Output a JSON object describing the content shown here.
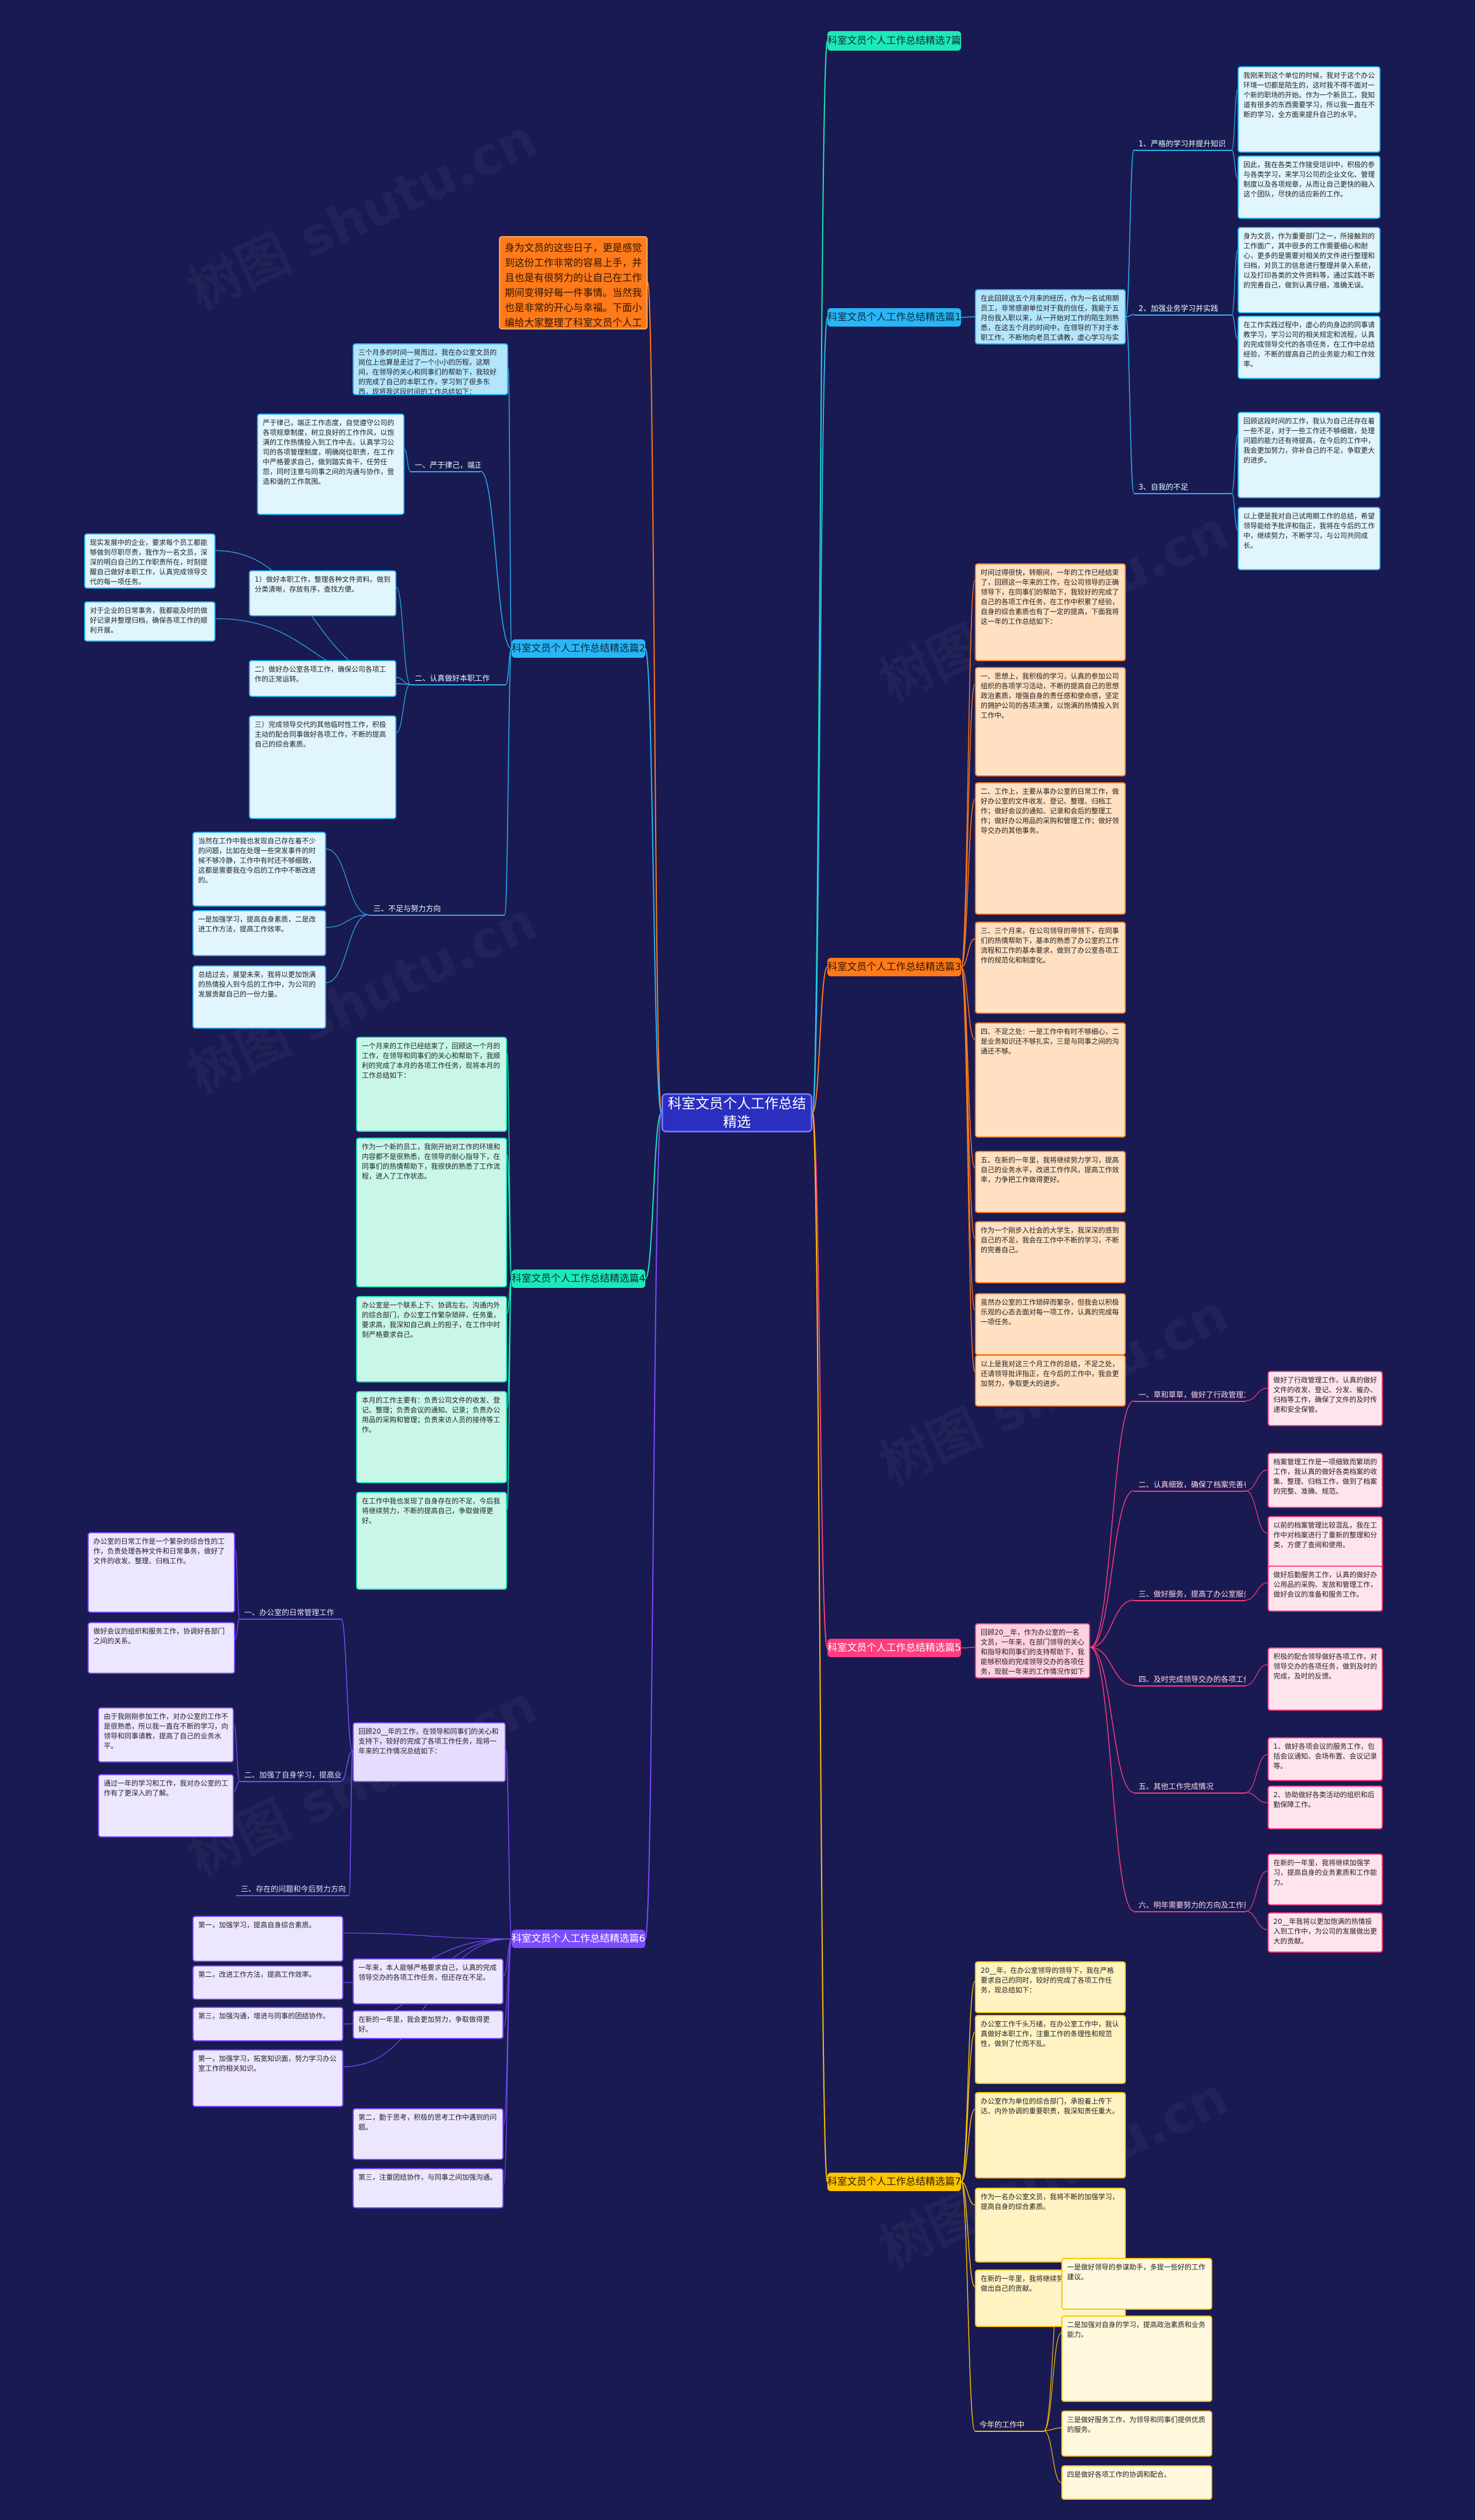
{
  "root": {
    "label": "科室文员个人工作总结精选"
  },
  "intro": {
    "text": "身为文员的这些日子，更是感觉到这份工作非常的容易上手，并且也是有很努力的让自己在工作期间变得好每一件事情。当然我也是非常的开心与幸福。下面小编给大家整理了科室文员个人工作总结精选，希望大家喜欢！"
  },
  "colors": {
    "background": "#1a1a52",
    "branch1": "#1de9b6",
    "branch2": "#29b6f6",
    "branch3": "#ff7a1a",
    "branch4": "#1de9b6",
    "branch5": "#ff3d7f",
    "branch6": "#7c4dff",
    "branch7": "#ffc400"
  },
  "branches": [
    {
      "id": "b7",
      "label": "科室文员个人工作总结精选7篇",
      "color": "#1de9b6",
      "fill": "#1de9b6",
      "text_color": "#0b2a3a",
      "subs": [],
      "leaves": []
    },
    {
      "id": "b1",
      "label": "科室文员个人工作总结精选篇1",
      "color": "#29b6f6",
      "fill": "#29b6f6",
      "text_color": "#0b2a3a",
      "intro": "在此回顾这五个月来的经历，作为一名试用期员工，非常感谢单位对于我的信任，我能于五月份我入职以来，从一开始对工作的陌生到熟悉，在这五个月的时间中，在领导的下对于本职工作，不断地向老员工请教，虚心学习与实践，现将这四个月来的工作做如下总结：",
      "subs": [
        {
          "label": "1、严格的学习并提升知识",
          "leaves": [
            "我刚来到这个单位的时候，我对于这个办公环境一切都是陌生的，这时我不得不面对一个新的职场的开始。作为一个新员工，我知道有很多的东西需要学习，所以我一直在不断的学习，全方面来提升自己的水平。",
            "因此，我在各类工作接受培训中，积极的参与各类学习，来学习公司的企业文化、管理制度以及各项规章，从而让自己更快的融入这个团队，尽快的适应新的工作。"
          ]
        },
        {
          "label": "2、加强业务学习并实践",
          "leaves": [
            "身为文员，作为重要部门之一，所接触到的工作面广，其中很多的工作需要细心和耐心，更多的是需要对相关的文件进行整理和归档，对员工的信息进行整理并录入系统，以及打印各类的文件资料等，通过实践不断的完善自己，做到认真仔细，准确无误。",
            "在工作实践过程中，虚心的向身边的同事请教学习，学习公司的相关规定和流程，认真的完成领导交代的各项任务，在工作中总结经验，不断的提高自己的业务能力和工作效率。"
          ]
        },
        {
          "label": "3、自我的不足",
          "leaves": [
            "回顾这段时间的工作，我认为自己还存在着一些不足，对于一些工作还不够细致，处理问题的能力还有待提高，在今后的工作中，我会更加努力，弥补自己的不足，争取更大的进步。",
            "以上便是我对自己试用期工作的总结，希望领导能给予批评和指正，我将在今后的工作中，继续努力，不断学习，与公司共同成长。"
          ]
        }
      ]
    },
    {
      "id": "b2",
      "label": "科室文员个人工作总结精选篇2",
      "color": "#29b6f6",
      "fill": "#29b6f6",
      "text_color": "#0b2a3a",
      "intro": "三个月多的时间一晃而过，我在办公室文员的岗位上也算是走过了一个小小的历程，这期间，在领导的关心和同事们的帮助下，我较好的完成了自己的本职工作，学习到了很多东西，现将我这段时间的工作总结如下：",
      "subs": [
        {
          "label": "一、严于律己，端正态度",
          "leaves": [
            "严于律己，端正工作态度，自觉遵守公司的各项规章制度，树立良好的工作作风，以饱满的工作热情投入到工作中去。认真学习公司的各项管理制度，明确岗位职责，在工作中严格要求自己，做到踏实肯干，任劳任怨，同时注意与同事之间的沟通与协作，营造和谐的工作氛围。"
          ]
        },
        {
          "label": "二、认真做好本职工作",
          "leaves": [
            "现实发展中的企业，要求每个员工都能够做到尽职尽责，我作为一名文员，深深的明白自己的工作职责所在，时刻提醒自己做好本职工作，认真完成领导交代的每一项任务。",
            "对于企业的日常事务，我都能及时的做好记录并整理归档，确保各项工作的顺利开展。",
            "1）做好本职工作，整理各种文件资料。做到分类清晰，存放有序，查找方便。",
            "二）做好办公室各项工作，确保公司各项工作的正常运转。",
            "三）完成领导交代的其他临时性工作，积极主动的配合同事做好各项工作，不断的提高自己的综合素质。"
          ]
        },
        {
          "label": "三、不足与努力方向",
          "leaves": [
            "当然在工作中我也发现自己存在着不少的问题，比如在处理一些突发事件的时候不够冷静，工作中有时还不够细致，这都是需要我在今后的工作中不断改进的。",
            "一是加强学习，提高自身素质，二是改进工作方法，提高工作效率。",
            "总结过去，展望未来，我将以更加饱满的热情投入到今后的工作中，为公司的发展贡献自己的一份力量。"
          ]
        }
      ]
    },
    {
      "id": "b3",
      "label": "科室文员个人工作总结精选篇3",
      "color": "#ff7a1a",
      "fill": "#ff7a1a",
      "text_color": "#2b1600",
      "subs": [],
      "leaves": [
        "时间过得很快，转眼间，一年的工作已经结束了，回顾这一年来的工作，在公司领导的正确领导下，在同事们的帮助下，我较好的完成了自己的各项工作任务，在工作中积累了经验，自身的综合素质也有了一定的提高，下面我将这一年的工作总结如下：",
        "一、思想上，我积极的学习，认真的参加公司组织的各项学习活动，不断的提高自己的思想政治素质，增强自身的责任感和使命感，坚定的拥护公司的各项决策，以饱满的热情投入到工作中。",
        "二、工作上，主要从事办公室的日常工作，做好办公室的文件收发、登记、整理、归档工作；做好会议的通知、记录和会后的整理工作；做好办公用品的采购和管理工作；做好领导交办的其他事务。",
        "三、三个月来，在公司领导的带领下，在同事们的热情帮助下，基本的熟悉了办公室的工作流程和工作的基本要求，做到了办公室各项工作的规范化和制度化。",
        "四、不足之处：一是工作中有时不够细心，二是业务知识还不够扎实，三是与同事之间的沟通还不够。",
        "五、在新的一年里，我将继续努力学习，提高自己的业务水平，改进工作作风，提高工作效率，力争把工作做得更好。",
        "作为一个刚步入社会的大学生，我深深的感到自己的不足，我会在工作中不断的学习，不断的完善自己。",
        "虽然办公室的工作琐碎而繁杂，但我会以积极乐观的心态去面对每一项工作，认真的完成每一项任务。",
        "以上是我对这三个月工作的总结，不足之处，还请领导批评指正，在今后的工作中，我会更加努力，争取更大的进步。"
      ]
    },
    {
      "id": "b4",
      "label": "科室文员个人工作总结精选篇4",
      "color": "#1de9b6",
      "fill": "#1de9b6",
      "text_color": "#0b2a3a",
      "subs": [],
      "leaves": [
        "一个月来的工作已经结束了，回顾这一个月的工作，在领导和同事们的关心和帮助下，我顺利的完成了本月的各项工作任务，现将本月的工作总结如下：",
        "作为一个新的员工，我刚开始对工作的环境和内容都不是很熟悉，在领导的耐心指导下，在同事们的热情帮助下，我很快的熟悉了工作流程，进入了工作状态。",
        "办公室是一个联系上下、协调左右、沟通内外的综合部门，办公室工作繁杂琐碎，任务重，要求高，我深知自己肩上的担子，在工作中时刻严格要求自己。",
        "本月的工作主要有：负责公司文件的收发、登记、整理；负责会议的通知、记录；负责办公用品的采购和管理；负责来访人员的接待等工作。",
        "在工作中我也发现了自身存在的不足，今后我将继续努力，不断的提高自己，争取做得更好。"
      ]
    },
    {
      "id": "b5",
      "label": "科室文员个人工作总结精选篇5",
      "color": "#ff3d7f",
      "fill": "#ff3d7f",
      "text_color": "#2b0010",
      "intro": "回顾20__年，作为办公室的一名文员，一年来，在部门领导的关心和指导和同事们的支持帮助下，我能够积极的完成领导交办的各项任务，现就一年来的工作情况作如下总结：",
      "subs": [
        {
          "label": "一、草和草草，做好了行政管理工作",
          "leaves": [
            "做好了行政管理工作，认真的做好文件的收发、登记、分发、催办、归档等工作，确保了文件的及时传递和安全保管。"
          ]
        },
        {
          "label": "二、认真细致，确保了档案完善有序",
          "leaves": [
            "档案管理工作是一项细致而繁琐的工作，我认真的做好各类档案的收集、整理、归档工作，做到了档案的完整、准确、规范。",
            "以前的档案管理比较混乱，我在工作中对档案进行了重新的整理和分类，方便了查阅和使用。"
          ]
        },
        {
          "label": "三、做好服务，提高了办公室服务水平",
          "leaves": [
            "做好后勤服务工作，认真的做好办公用品的采购、发放和管理工作，做好会议的准备和服务工作。"
          ]
        },
        {
          "label": "四、及时完成领导交办的各项工作",
          "leaves": [
            "积极的配合领导做好各项工作，对领导交办的各项任务，做到及时的完成，及时的反馈。"
          ]
        },
        {
          "label": "五、其他工作完成情况",
          "leaves": [
            "1、做好各项会议的服务工作，包括会议通知、会场布置、会议记录等。",
            "2、协助做好各类活动的组织和后勤保障工作。"
          ]
        },
        {
          "label": "六、明年需要努力的方向及工作重点",
          "leaves": [
            "在新的一年里，我将继续加强学习，提高自身的业务素质和工作能力。",
            "20__年我将以更加饱满的热情投入到工作中，为公司的发展做出更大的贡献。"
          ]
        }
      ]
    },
    {
      "id": "b6",
      "label": "科室文员个人工作总结精选篇6",
      "color": "#7c4dff",
      "fill": "#7c4dff",
      "text_color": "#ffffff",
      "intro": "回顾20__年的工作，在领导和同事们的关心和支持下，较好的完成了各项工作任务，现将一年来的工作情况总结如下：",
      "subs": [
        {
          "label": "一、办公室的日常管理工作",
          "leaves": [
            "办公室的日常工作是一个繁杂的综合性的工作，负责处理各种文件和日常事务，做好了文件的收发、整理、归档工作。",
            "做好会议的组织和服务工作，协调好各部门之间的关系。"
          ]
        },
        {
          "label": "二、加强了自身学习，提高业务水平",
          "leaves": [
            "由于我刚刚参加工作，对办公室的工作不是很熟悉，所以我一直在不断的学习，向领导和同事请教，提高了自己的业务水平。",
            "通过一年的学习和工作，我对办公室的工作有了更深入的了解。"
          ]
        },
        {
          "label": "三、存在的问题和今后努力方向",
          "leaves": []
        }
      ],
      "leaves": [
        "第一，加强学习，提高自身综合素质。",
        "第二，改进工作方法，提高工作效率。",
        "第三，加强沟通，增进与同事的团结协作。",
        "一年来，本人能够严格要求自己，认真的完成领导交办的各项工作任务，但还存在不足。",
        "在新的一年里，我会更加努力，争取做得更好。",
        "第一，加强学习，拓宽知识面，努力学习办公室工作的相关知识。",
        "第二，勤于思考，积极的思考工作中遇到的问题。",
        "第三，注重团结协作，与同事之间加强沟通。"
      ]
    },
    {
      "id": "b7b",
      "label": "科室文员个人工作总结精选篇7",
      "color": "#ffc400",
      "fill": "#ffc400",
      "text_color": "#2b2000",
      "intro": "20__年，在办公室领导的领导下，我在严格要求自己的同时，较好的完成了各项工作任务，现总结如下：",
      "subs": [
        {
          "label": "今年的工作中",
          "leaves": [
            "一是做好领导的参谋助手，多提一些好的工作建议。",
            "二是加强对自身的学习，提高政治素质和业务能力。",
            "三是做好服务工作，为领导和同事们提供优质的服务。",
            "四是做好各项工作的协调和配合。"
          ]
        }
      ],
      "leaves": [
        "办公室工作千头万绪，在办公室工作中，我认真做好本职工作，注重工作的条理性和规范性，做到了忙而不乱。",
        "办公室作为单位的综合部门，承担着上传下达、内外协调的重要职责，我深知责任重大。",
        "作为一名办公室文员，我将不断的加强学习，提高自身的综合素质。",
        "在新的一年里，我将继续努力，为单位的发展做出自己的贡献。"
      ]
    }
  ],
  "watermark": "树图 shutu.cn"
}
